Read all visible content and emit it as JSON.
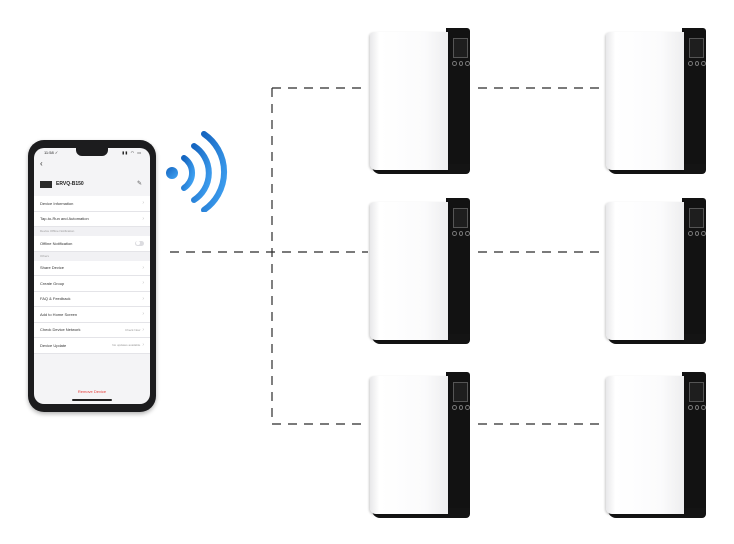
{
  "phone": {
    "status_time": "11:58 ✓",
    "status_icons": "▮▮ ◠ ▭",
    "back": "‹",
    "device_name": "ERVQ-B150",
    "menu": [
      {
        "type": "row",
        "label": "Device Information",
        "value": ""
      },
      {
        "type": "row",
        "label": "Tap-to-Run and Automation",
        "value": ""
      },
      {
        "type": "section",
        "label": "Device Offline Notification"
      },
      {
        "type": "row",
        "label": "Offline Notification",
        "value": "",
        "toggle": true
      },
      {
        "type": "section",
        "label": "Others"
      },
      {
        "type": "row",
        "label": "Share Device",
        "value": ""
      },
      {
        "type": "row",
        "label": "Create Group",
        "value": ""
      },
      {
        "type": "row",
        "label": "FAQ & Feedback",
        "value": ""
      },
      {
        "type": "row",
        "label": "Add to Home Screen",
        "value": ""
      },
      {
        "type": "row",
        "label": "Check Device Network",
        "value": "Check Now"
      },
      {
        "type": "row",
        "label": "Device Update",
        "value": "No updates available"
      }
    ],
    "remove_label": "Remove Device"
  },
  "signal_color": "#1e90ff",
  "units": [
    {
      "row": 0,
      "col": 0
    },
    {
      "row": 0,
      "col": 1
    },
    {
      "row": 1,
      "col": 0
    },
    {
      "row": 1,
      "col": 1
    },
    {
      "row": 2,
      "col": 0
    },
    {
      "row": 2,
      "col": 1
    }
  ]
}
